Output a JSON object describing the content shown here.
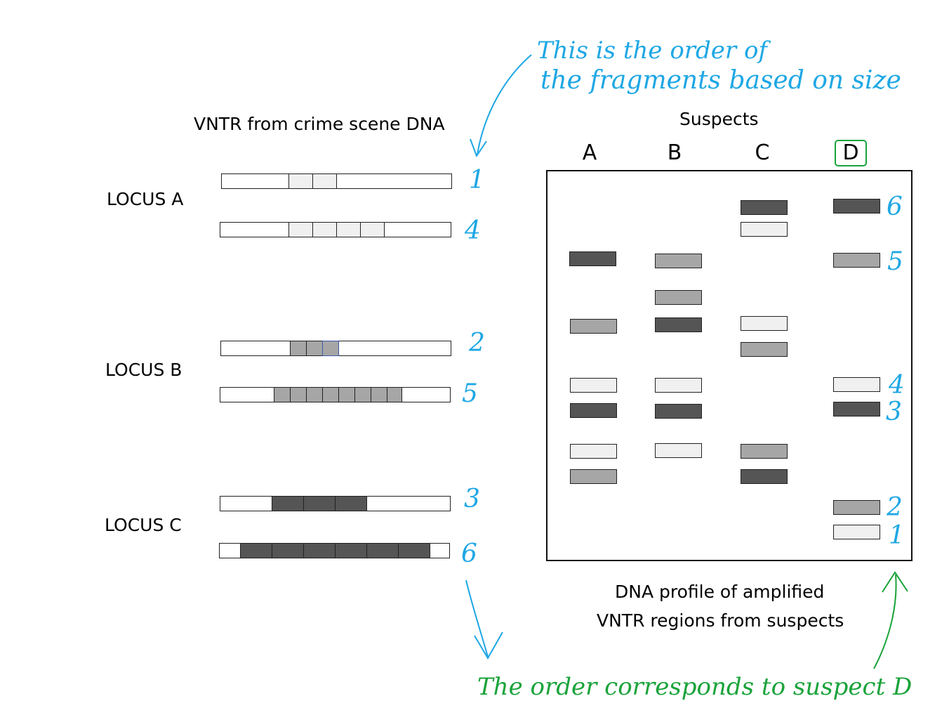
{
  "annotation_top": {
    "line1": "This is the order of",
    "line2": "the fragments based on size"
  },
  "vntr_title": "VNTR from crime scene DNA",
  "loci": [
    {
      "label": "LOCUS A",
      "fragments": [
        {
          "repeats": 2,
          "color": "#f0f0f0",
          "order": "1"
        },
        {
          "repeats": 4,
          "color": "#f0f0f0",
          "order": "4"
        }
      ]
    },
    {
      "label": "LOCUS B",
      "fragments": [
        {
          "repeats": 3,
          "color": "#a6a6a6",
          "order": "2"
        },
        {
          "repeats": 8,
          "color": "#a6a6a6",
          "order": "5"
        }
      ]
    },
    {
      "label": "LOCUS C",
      "fragments": [
        {
          "repeats": 3,
          "color": "#555555",
          "order": "3"
        },
        {
          "repeats": 6,
          "color": "#555555",
          "order": "6"
        }
      ]
    }
  ],
  "gel": {
    "title": "Suspects",
    "lanes": [
      "A",
      "B",
      "C",
      "D"
    ],
    "caption_line1": "DNA profile of amplified",
    "caption_line2": "VNTR regions from suspects",
    "colors": {
      "dark": "#555555",
      "mid": "#a6a6a6",
      "light": "#f0f0f0"
    },
    "d_band_order": [
      "6",
      "5",
      "4",
      "3",
      "2",
      "1"
    ]
  },
  "annotation_bottom": "The order corresponds to suspect D",
  "colors": {
    "blue_ink": "#1ea7e4",
    "green_ink": "#1aa33a"
  }
}
